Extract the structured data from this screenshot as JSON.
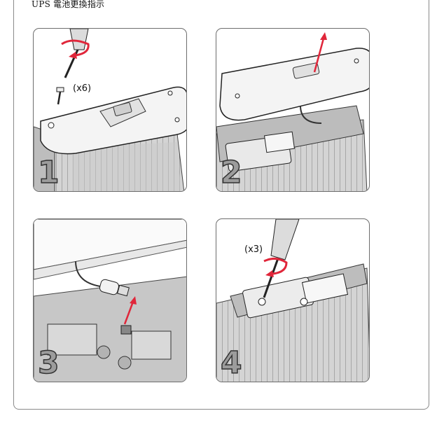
{
  "header": {
    "title": "UPS 電池更換指示"
  },
  "steps": [
    {
      "number": "1",
      "quantity": "(x6)"
    },
    {
      "number": "2",
      "quantity": ""
    },
    {
      "number": "3",
      "quantity": ""
    },
    {
      "number": "4",
      "quantity": "(x3)"
    }
  ],
  "colors": {
    "arrow": "#e0263a",
    "panel_border": "#6d6d6d",
    "number_fill": "#9c9c9c",
    "frame_border": "#8a8a8a"
  },
  "icons": [
    "screwdriver-icon",
    "rotate-arrow-icon",
    "lift-arrow-icon",
    "screw-icon"
  ]
}
